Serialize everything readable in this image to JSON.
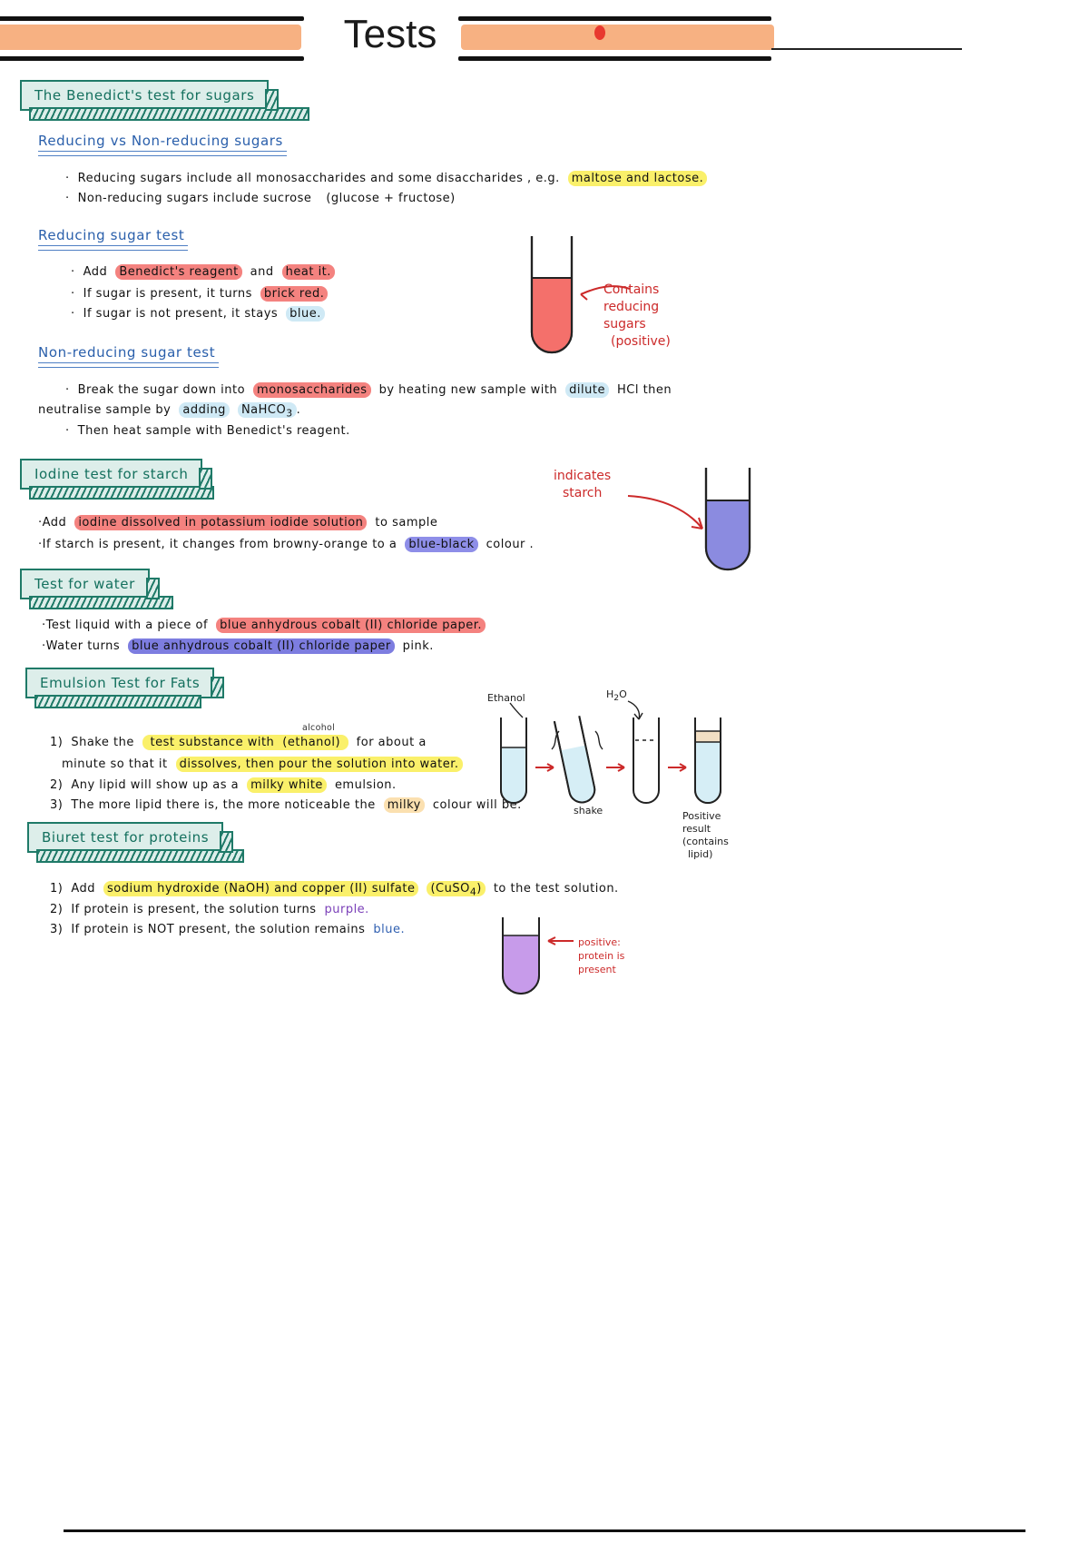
{
  "header": {
    "title": "Tests",
    "accent_orange": "#f7b182",
    "rule_color": "#111111",
    "dot_color": "#e8392f"
  },
  "sections": [
    {
      "id": "benedicts",
      "title": "The Benedict's test for sugars",
      "subheadings": [
        {
          "id": "reducing-vs-non",
          "text": "Reducing vs Non-reducing sugars"
        },
        {
          "id": "reducing-sugar-test",
          "text": "Reducing sugar test"
        },
        {
          "id": "non-reducing-sugar-test",
          "text": "Non-reducing sugar test"
        }
      ]
    },
    {
      "id": "iodine",
      "title": "Iodine test for starch"
    },
    {
      "id": "water",
      "title": "Test for water"
    },
    {
      "id": "emulsion",
      "title": "Emulsion Test for Fats"
    },
    {
      "id": "biuret",
      "title": "Biuret test for proteins"
    }
  ],
  "reducing_vs_non": {
    "bullet1": {
      "pre": "Reducing sugars include all monosaccharides and some disaccharides , e.g.",
      "highlight": "maltose and lactose."
    },
    "bullet2": {
      "pre": "Non-reducing sugars include sucrose",
      "note": "(glucose + fructose)"
    }
  },
  "reducing_sugar_test": {
    "bullet1_pre": "Add",
    "bullet1_hl1": "Benedict's reagent",
    "bullet1_mid": "and",
    "bullet1_hl2": "heat it.",
    "bullet2_pre": "If sugar is present, it turns",
    "bullet2_hl": "brick red.",
    "bullet3_pre": "If sugar is not present, it stays",
    "bullet3_hl": "blue."
  },
  "non_reducing_sugar_test": {
    "line1_pre": "Break the sugar down into",
    "line1_hl": "monosaccharides",
    "line1_mid": "by heating new sample with",
    "line1_hl2": "dilute",
    "line1_end": "HCl then",
    "line2_pre": "neutralise sample by",
    "line2_hl": "adding",
    "line2_hl2": "NaHCO",
    "line2_sub": "3",
    "line2_end": ".",
    "line3": "Then heat sample with Benedict's reagent."
  },
  "iodine_test": {
    "bullet1_pre": "Add",
    "bullet1_hl": "iodine dissolved in potassium iodide solution",
    "bullet1_end": "to sample",
    "bullet2_pre": "If starch is present, it changes from browny-orange to a",
    "bullet2_hl": "blue-black",
    "bullet2_end": "colour ."
  },
  "water_test": {
    "bullet1_pre": "Test liquid with a piece of",
    "bullet1_hl": "blue anhydrous cobalt (II) chloride paper.",
    "bullet2_pre": "Water turns",
    "bullet2_hl": "blue anhydrous cobalt (II) chloride paper",
    "bullet2_end": "pink."
  },
  "emulsion_test": {
    "step1_num": "1)",
    "step1_a": "Shake the",
    "step1_hl1": "test substance with",
    "step1_super": "alcohol",
    "step1_hl2": "(ethanol)",
    "step1_b": "for about a",
    "step1_line2_a": "minute so that it",
    "step1_line2_hl": "dissolves, then pour the solution into water.",
    "step2_num": "2)",
    "step2_a": "Any lipid will show up as a",
    "step2_hl": "milky white",
    "step2_b": "emulsion.",
    "step3_num": "3)",
    "step3_a": "The more lipid there is, the more noticeable the",
    "step3_hl": "milky",
    "step3_b": "colour will be."
  },
  "biuret_test": {
    "step1_num": "1)",
    "step1_a": "Add",
    "step1_hl1": "sodium hydroxide (NaOH) and copper (II) sulfate",
    "step1_hl2": "(CuSO",
    "step1_hl2_sub": "4",
    "step1_hl2_end": ")",
    "step1_b": "to the test solution.",
    "step2_num": "2)",
    "step2_a": "If protein is present, the solution turns",
    "step2_colour": "purple.",
    "step3_num": "3)",
    "step3_a": "If protein is NOT present, the solution remains",
    "step3_colour": "blue."
  },
  "annotations": {
    "benedicts_tube": "Contains\nreducing\nsugars\n(positive)",
    "benedicts_tube_l1": "Contains",
    "benedicts_tube_l2": "reducing",
    "benedicts_tube_l3": "sugars",
    "benedicts_tube_l4": "(positive)",
    "iodine_l1": "indicates",
    "iodine_l2": "starch",
    "emulsion_ethanol": "Ethanol",
    "emulsion_water": "H",
    "emulsion_water_sub": "2",
    "emulsion_water_end": "O",
    "emulsion_shake": "shake",
    "emulsion_result_l1": "Positive",
    "emulsion_result_l2": "result",
    "emulsion_result_l3": "(contains",
    "emulsion_result_l4": "lipid)",
    "biuret_l1": "positive:",
    "biuret_l2": "protein is",
    "biuret_l3": "present"
  },
  "colors": {
    "section_border": "#1f7a68",
    "section_fill": "#ddeeea",
    "section_text": "#14705e",
    "subheading": "#2a5fab",
    "annotation_red": "#cc2a2a",
    "highlight_yellow": "#faf06a",
    "highlight_red": "#f4827f",
    "highlight_blue": "#cfe9f5",
    "highlight_violet": "#8e8ee8",
    "tube_benedicts": "#f4706b",
    "tube_iodine": "#8b8be0",
    "tube_biuret": "#c79bea",
    "tube_emulsion": "#d6eef6"
  },
  "footer": {
    "rule": true
  }
}
